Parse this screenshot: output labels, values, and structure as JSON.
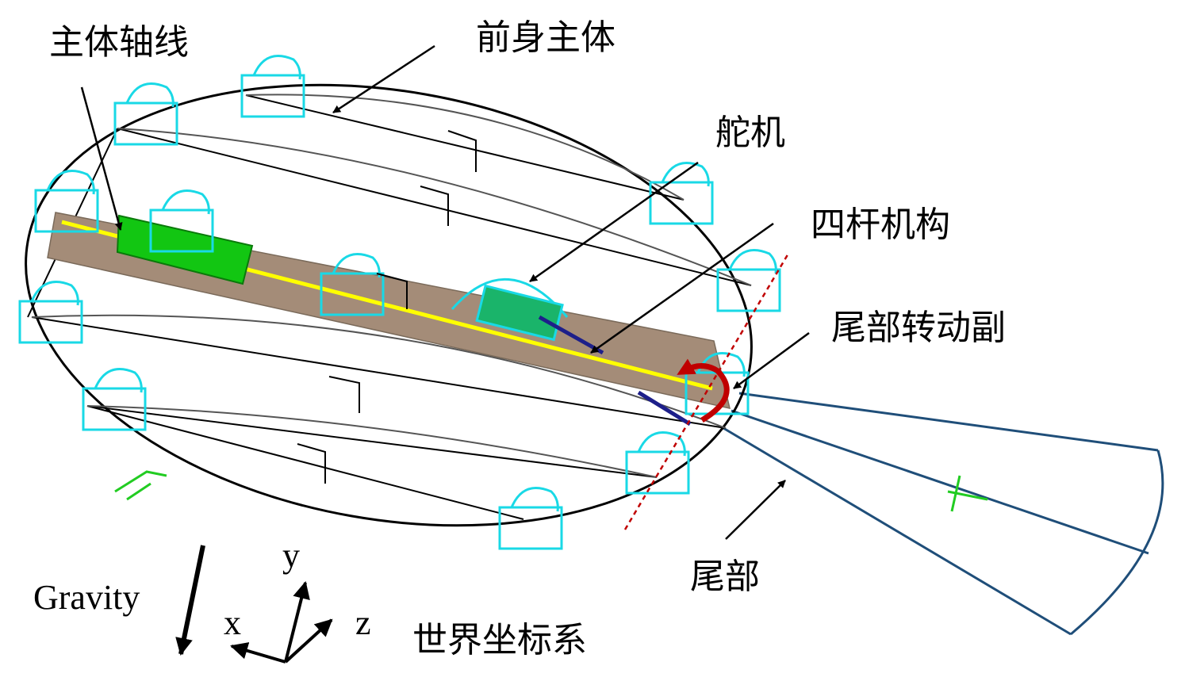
{
  "labels": {
    "main_axis": "主体轴线",
    "front_body": "前身主体",
    "servo": "舵机",
    "four_bar": "四杆机构",
    "tail_joint": "尾部转动副",
    "tail": "尾部",
    "world_frame": "世界坐标系",
    "gravity": "Gravity",
    "axis_x": "x",
    "axis_y": "y",
    "axis_z": "z"
  },
  "colors": {
    "outline": "#000000",
    "constraint": "#19d9e6",
    "beam": "#a48c78",
    "axis_line": "#ffff00",
    "servo": "#12c612",
    "four_bar_link": "#1d1f8a",
    "tail": "#1f4e79",
    "hinge_arrow": "#c00000",
    "hinge_axis": "#c00000",
    "marker_green": "#22cc22"
  }
}
